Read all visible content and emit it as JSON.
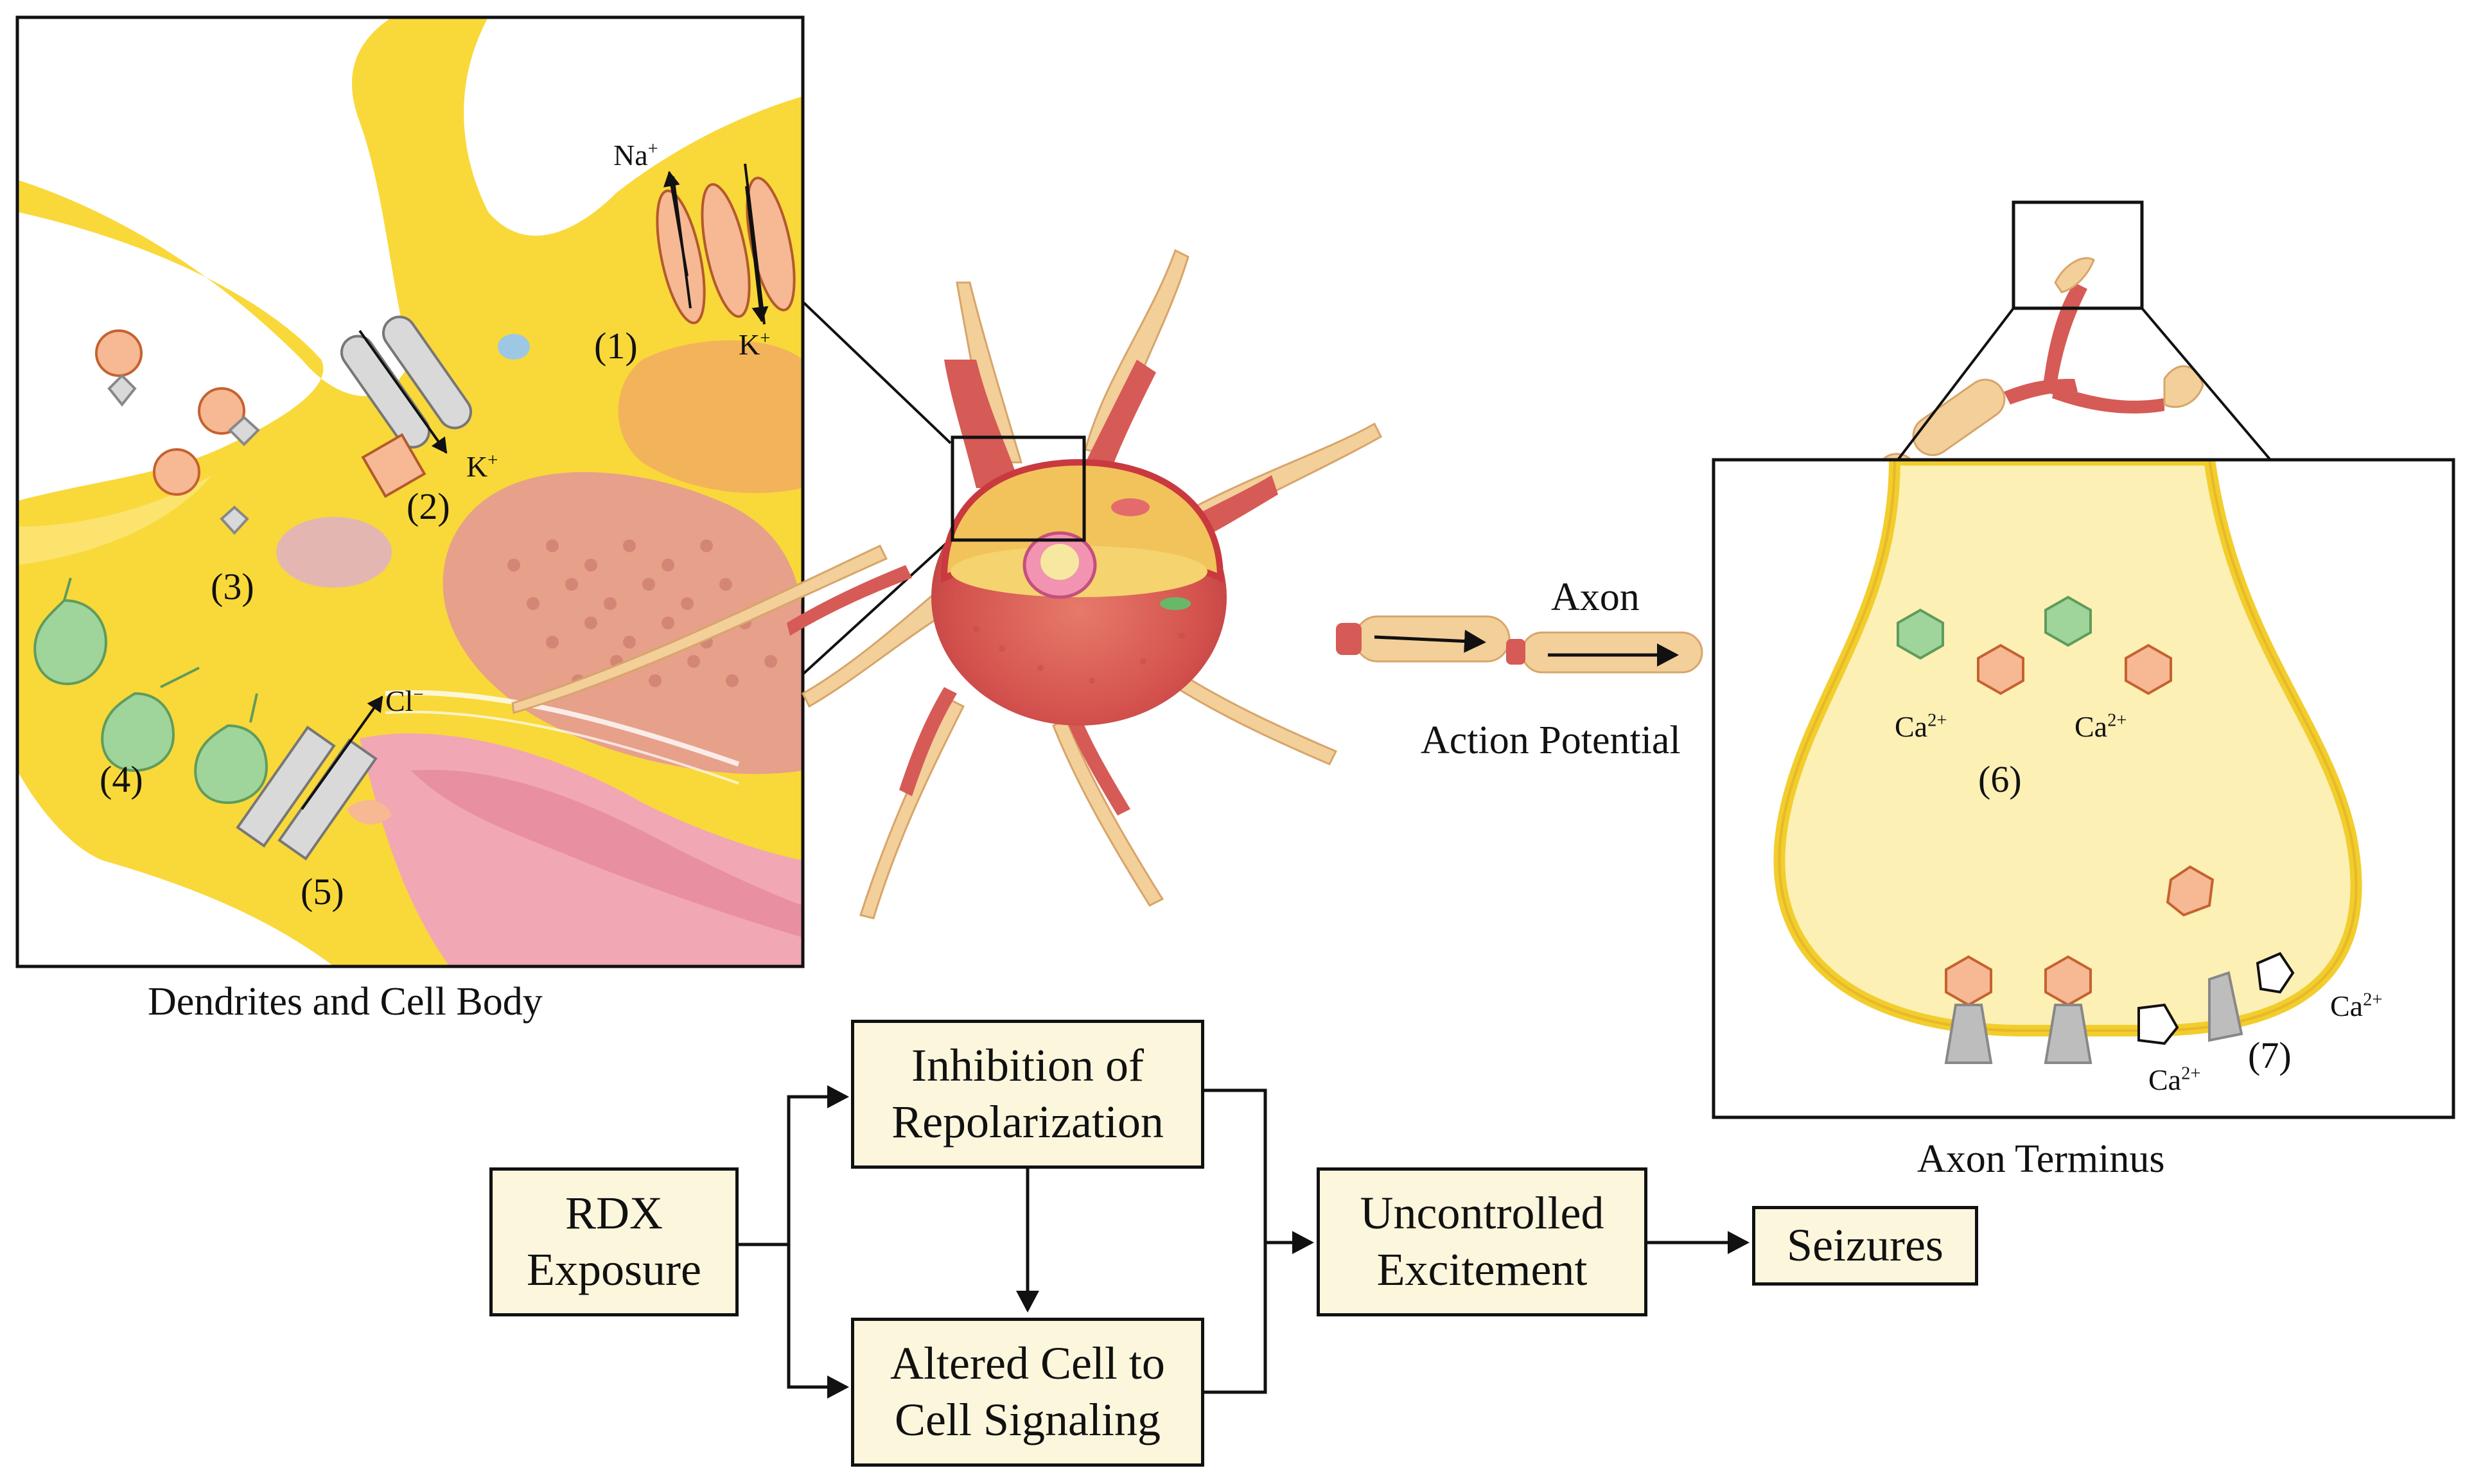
{
  "panels": {
    "left_caption": "Dendrites and Cell Body",
    "right_caption": "Axon Terminus"
  },
  "neuron": {
    "axon_label": "Axon",
    "action_potential_label": "Action Potential"
  },
  "left_markers": {
    "m1": "(1)",
    "m2": "(2)",
    "m3": "(3)",
    "m4": "(4)",
    "m5": "(5)"
  },
  "ions": {
    "na": "Na",
    "na_charge": "+",
    "k": "K",
    "k_charge": "+",
    "cl": "Cl",
    "cl_charge": "−",
    "ca": "Ca",
    "ca_charge": "2+"
  },
  "right_markers": {
    "m6": "(6)",
    "m7": "(7)"
  },
  "flowchart": {
    "rdx": [
      "RDX",
      "Exposure"
    ],
    "inhibition": [
      "Inhibition of",
      "Repolarization"
    ],
    "altered": [
      "Altered Cell to",
      "Cell Signaling"
    ],
    "uncontrolled": [
      "Uncontrolled",
      "Excitement"
    ],
    "seizures": [
      "Seizures"
    ]
  },
  "colors": {
    "cytoplasm_yellow": "#f9d83a",
    "cell_red": "#d65a55",
    "axon_tan": "#f3cf9a",
    "terminal_fill": "#fcf0b5",
    "vesicle_orange": "#f7b894",
    "vesicle_green": "#9fd49a",
    "box_fill": "#fcf6dc"
  }
}
